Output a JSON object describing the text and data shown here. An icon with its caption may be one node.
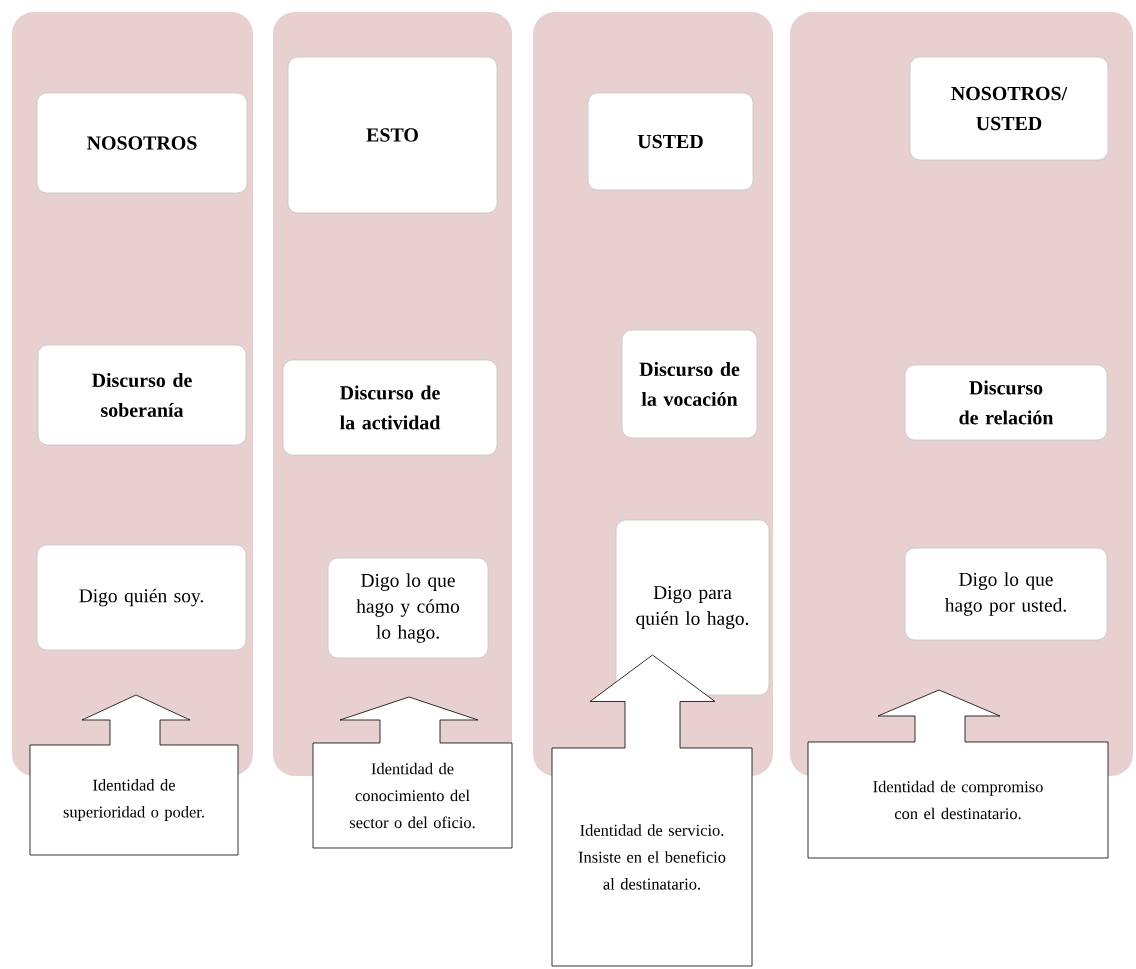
{
  "diagram": {
    "nodes": [
      {
        "text": [],
        "shape": "box"
      },
      {
        "text": [
          "NOSOTROS"
        ],
        "in": 0
      },
      {
        "text": [
          "Discurso de soberanía"
        ],
        "in": 0
      },
      {
        "text": [
          "Digo quién soy."
        ],
        "in": 0
      },
      {
        "text": [
          "Identidad de superioridad o poder."
        ]
      },
      {
        "text": [],
        "shape": "box"
      },
      {
        "text": [
          "ESTO"
        ],
        "in": 5
      },
      {
        "text": [
          "Discurso de la actividad"
        ],
        "in": 5
      },
      {
        "text": [
          "Digo lo que hago y cómo lo hago."
        ],
        "in": 5
      },
      {
        "text": [
          "Identidad de conocimiento del sector o del oficio."
        ]
      },
      {
        "text": [],
        "shape": "box"
      },
      {
        "text": [
          "USTED"
        ],
        "in": 10
      },
      {
        "text": [
          "Discurso de la vocación"
        ],
        "in": 10
      },
      {
        "text": [
          "Digo para quién lo hago."
        ],
        "in": 10
      },
      {
        "text": [
          "Identidad de servicio. Insiste en el beneficio al destinatario."
        ]
      },
      {
        "text": [],
        "shape": "box"
      },
      {
        "text": [
          "NOSOTROS/ USTED"
        ],
        "in": 15
      },
      {
        "text": [
          "Discurso de relación"
        ],
        "in": 15
      },
      {
        "text": [
          "Digo lo que hago por usted."
        ],
        "in": 15
      },
      {
        "text": [
          "Identidad de compromiso con el destinatario."
        ]
      }
    ]
  }
}
